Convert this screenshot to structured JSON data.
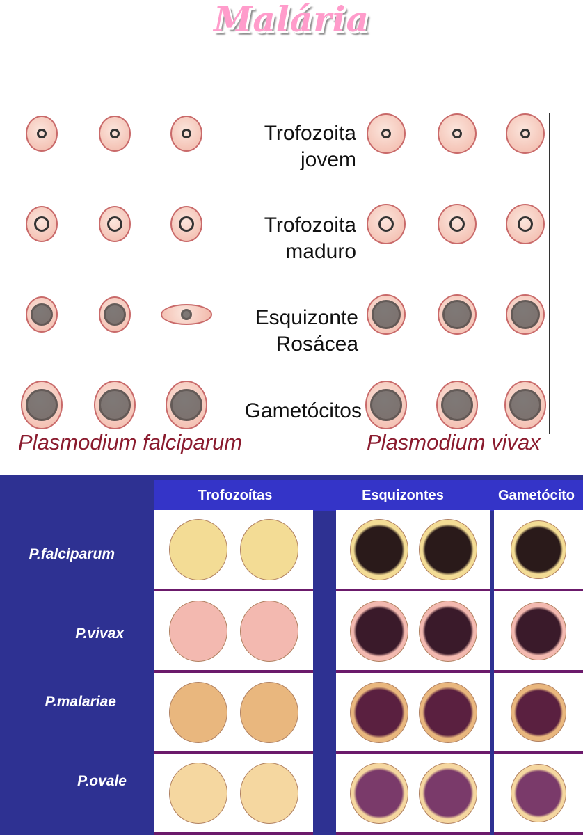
{
  "title": "Malária",
  "top_panel": {
    "stages": [
      {
        "line1": "Trofozoita",
        "line2": "jovem"
      },
      {
        "line1": "Trofozoita",
        "line2": "maduro"
      },
      {
        "line1": "Esquizonte",
        "line2": "Rosácea"
      },
      {
        "line1": "Gametócitos",
        "line2": ""
      }
    ],
    "species_left": "Plasmodium falciparum",
    "species_right": "Plasmodium vivax"
  },
  "bottom_panel": {
    "columns": [
      "Trofozoítas",
      "Esquizontes",
      "Gametócito"
    ],
    "rows": [
      "P.falciparum",
      "P.vivax",
      "P.malariae",
      "P.ovale"
    ]
  },
  "colors": {
    "title": "#ff9ccb",
    "species": "#8a1b2e",
    "panel_bg": "#2e3192",
    "header_bg": "#3434c8",
    "row_divider": "#6b1a6b"
  }
}
